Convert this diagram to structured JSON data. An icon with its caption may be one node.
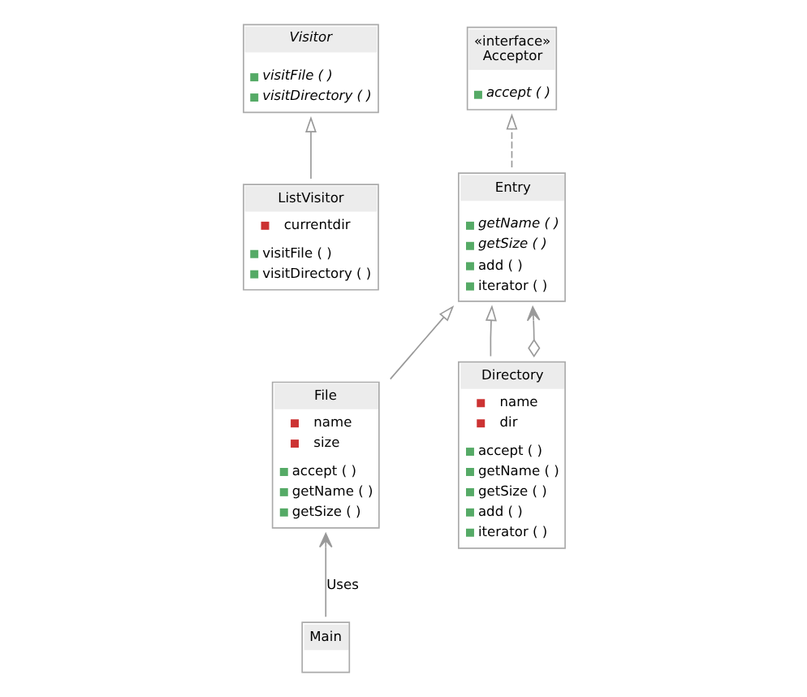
{
  "diagram": {
    "nodes": [
      {
        "text": [
          "Visitor",
          "visitFile ( )",
          "visitDirectory ( )"
        ]
      },
      {
        "text": [
          "«interface»",
          "Acceptor",
          "accept ( )"
        ]
      },
      {
        "text": [
          "ListVisitor",
          "currentdir",
          "visitFile ( )",
          "visitDirectory ( )"
        ]
      },
      {
        "text": [
          "Entry",
          "getName ( )",
          "getSize ( )",
          "add ( )",
          "iterator ( )"
        ]
      },
      {
        "text": [
          "File",
          "name",
          "size",
          "accept ( )",
          "getName ( )",
          "getSize ( )"
        ]
      },
      {
        "text": [
          "Directory",
          "name",
          "dir",
          "accept ( )",
          "getName ( )",
          "getSize ( )",
          "add ( )",
          "iterator ( )"
        ]
      },
      {
        "text": [
          "Main"
        ]
      }
    ],
    "edges": [
      {
        "from": 2,
        "to": 0,
        "arrow": "to"
      },
      {
        "from": 3,
        "to": 1,
        "arrow": "to",
        "style": "dashed"
      },
      {
        "from": 4,
        "to": 3,
        "arrow": "to"
      },
      {
        "from": 5,
        "to": 3,
        "arrow": "to"
      },
      {
        "from": 5,
        "to": 3,
        "arrow": "to"
      },
      {
        "from": 6,
        "to": 4,
        "arrow": "to",
        "label": "Uses"
      }
    ]
  }
}
